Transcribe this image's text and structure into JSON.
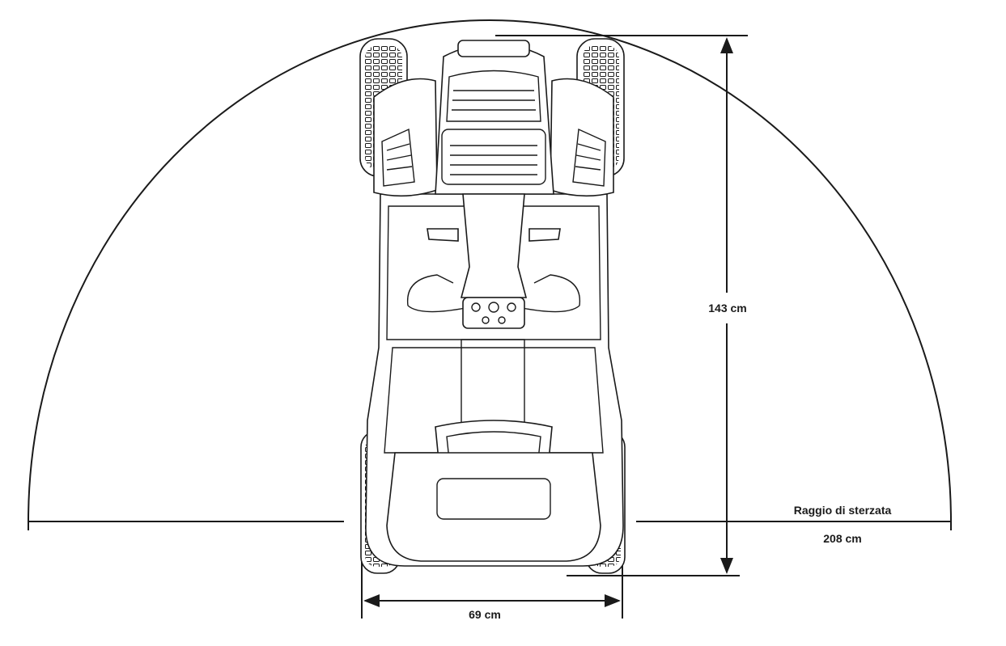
{
  "labels": {
    "height": "143 cm",
    "width": "69 cm",
    "radius_title": "Raggio di sterzata",
    "radius_value": "208 cm"
  },
  "colors": {
    "line": "#1a1a1a",
    "background": "#ffffff"
  }
}
